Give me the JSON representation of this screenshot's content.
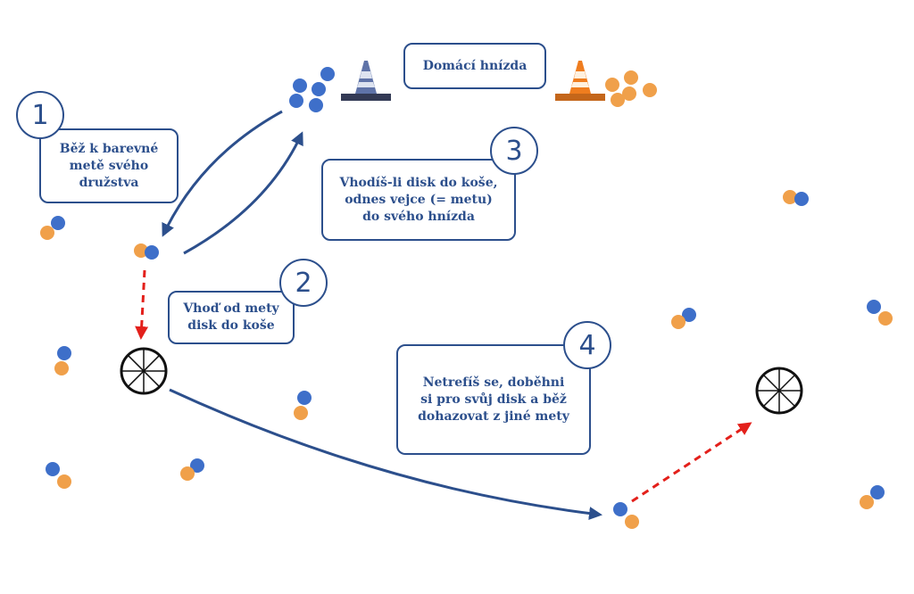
{
  "colors": {
    "team_blue": "#3e6fc9",
    "team_orange": "#f0a04a",
    "arrow_blue": "#2c4f8c",
    "arrow_red": "#e3201b"
  },
  "steps": [
    {
      "number": "1",
      "text": "Běž k barevné\nmetě svého\ndružstva"
    },
    {
      "number": "2",
      "text": "Vhoď od mety\ndisk do koše"
    },
    {
      "number": "3",
      "text": "Vhodíš-li disk do koše,\nodnes vejce (= metu)\ndo svého hnízda"
    },
    {
      "number": "4",
      "text": "Netrefíš se, doběhni\nsi pro svůj disk a běž\ndohazovat z jiné mety"
    }
  ],
  "home_nest": {
    "label": "Domácí hnízda"
  },
  "icons": {
    "cone_blue": "traffic-cone-icon",
    "cone_orange": "traffic-cone-icon",
    "basket": "basket-target-icon"
  }
}
